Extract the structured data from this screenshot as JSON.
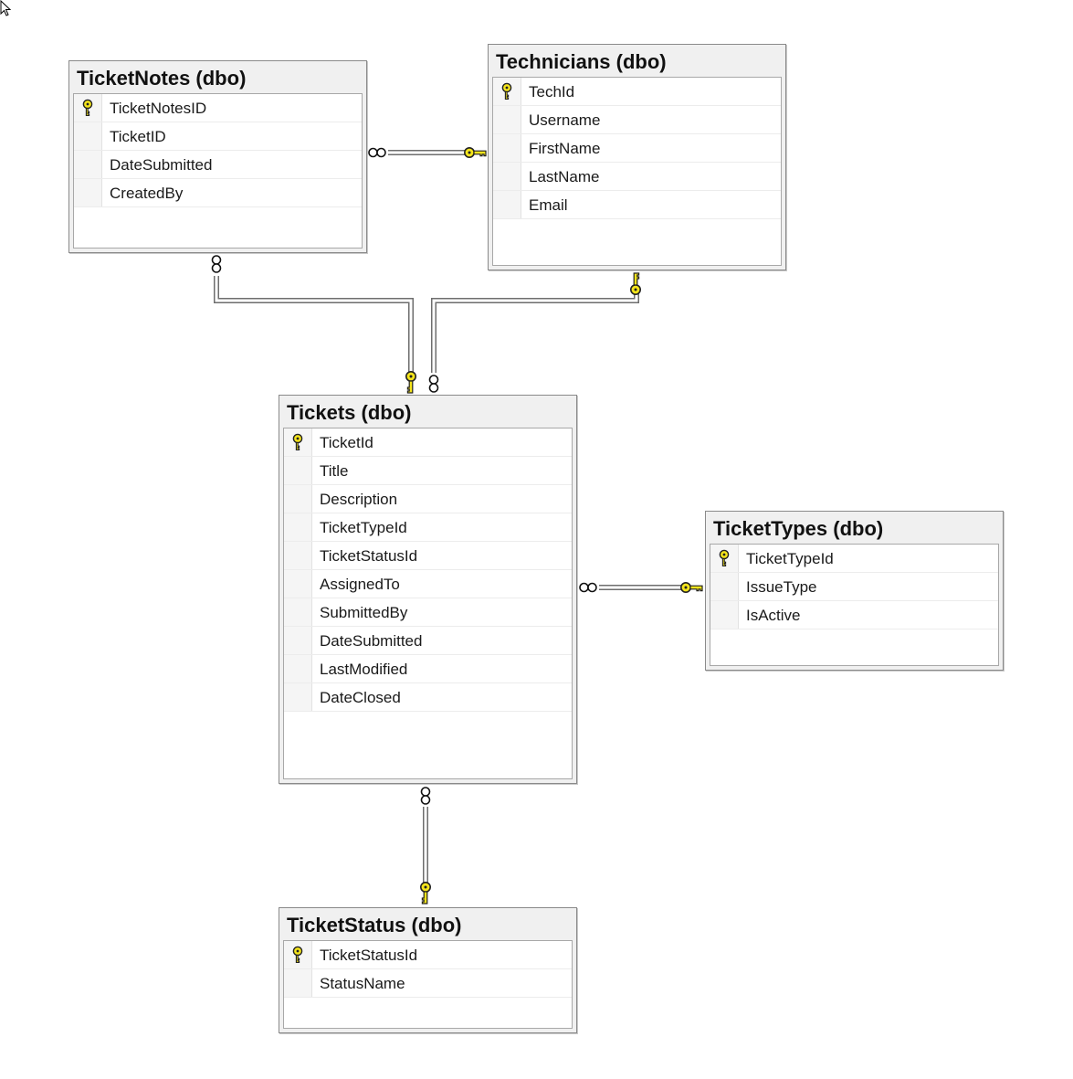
{
  "tables": [
    {
      "id": "ticketnotes",
      "title": "TicketNotes (dbo)",
      "columns": [
        {
          "name": "TicketNotesID",
          "pk": true
        },
        {
          "name": "TicketID",
          "pk": false
        },
        {
          "name": "DateSubmitted",
          "pk": false
        },
        {
          "name": "CreatedBy",
          "pk": false
        }
      ]
    },
    {
      "id": "technicians",
      "title": "Technicians (dbo)",
      "columns": [
        {
          "name": "TechId",
          "pk": true
        },
        {
          "name": "Username",
          "pk": false
        },
        {
          "name": "FirstName",
          "pk": false
        },
        {
          "name": "LastName",
          "pk": false
        },
        {
          "name": "Email",
          "pk": false
        }
      ]
    },
    {
      "id": "tickets",
      "title": "Tickets (dbo)",
      "columns": [
        {
          "name": "TicketId",
          "pk": true
        },
        {
          "name": "Title",
          "pk": false
        },
        {
          "name": "Description",
          "pk": false
        },
        {
          "name": "TicketTypeId",
          "pk": false
        },
        {
          "name": "TicketStatusId",
          "pk": false
        },
        {
          "name": "AssignedTo",
          "pk": false
        },
        {
          "name": "SubmittedBy",
          "pk": false
        },
        {
          "name": "DateSubmitted",
          "pk": false
        },
        {
          "name": "LastModified",
          "pk": false
        },
        {
          "name": "DateClosed",
          "pk": false
        }
      ]
    },
    {
      "id": "tickettypes",
      "title": "TicketTypes (dbo)",
      "columns": [
        {
          "name": "TicketTypeId",
          "pk": true
        },
        {
          "name": "IssueType",
          "pk": false
        },
        {
          "name": "IsActive",
          "pk": false
        }
      ]
    },
    {
      "id": "ticketstatus",
      "title": "TicketStatus (dbo)",
      "columns": [
        {
          "name": "TicketStatusId",
          "pk": true
        },
        {
          "name": "StatusName",
          "pk": false
        }
      ]
    }
  ],
  "relationships": [
    {
      "from": "ticketnotes",
      "to": "technicians",
      "from_end": "many",
      "to_end": "one"
    },
    {
      "from": "ticketnotes",
      "to": "tickets",
      "from_end": "many",
      "to_end": "one"
    },
    {
      "from": "tickets",
      "to": "technicians",
      "from_end": "many",
      "to_end": "one"
    },
    {
      "from": "tickets",
      "to": "tickettypes",
      "from_end": "many",
      "to_end": "one"
    },
    {
      "from": "tickets",
      "to": "ticketstatus",
      "from_end": "many",
      "to_end": "one"
    }
  ],
  "colors": {
    "key_fill": "#f5e51b",
    "key_stroke": "#222222",
    "line": "#7a7a7a",
    "title_bar": "#f0f0f0"
  },
  "icons": {
    "primary_key": "key-icon",
    "one_end": "key-icon",
    "many_end": "infinity-icon",
    "pointer": "mouse-cursor-icon"
  }
}
